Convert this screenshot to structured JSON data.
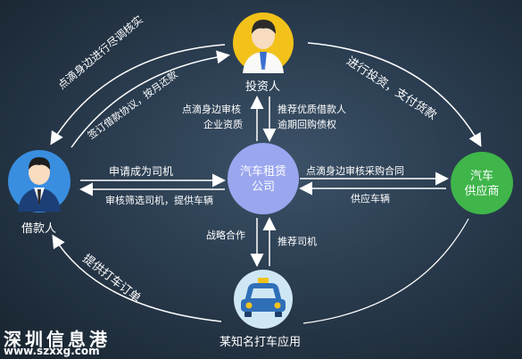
{
  "nodes": {
    "investor": "投资人",
    "borrower": "借款人",
    "rental_line1": "汽车租赁",
    "rental_line2": "公司",
    "supplier_line1": "汽车",
    "supplier_line2": "供应商",
    "taxi_app": "某知名打车应用"
  },
  "edges": {
    "investor_to_borrower_top": "点滴身边进行尽调核实",
    "investor_to_borrower_bottom": "签订借款协议，按月还款",
    "investor_to_supplier": "进行投资，支付货款",
    "rental_to_investor_1": "点滴身边审核",
    "rental_to_investor_2": "企业资质",
    "investor_to_rental_1": "推荐优质借款人",
    "investor_to_rental_2": "逾期回购债权",
    "borrower_to_rental": "申请成为司机",
    "rental_to_borrower": "审核筛选司机，提供车辆",
    "rental_to_supplier": "点滴身边审核采购合同",
    "supplier_to_rental": "供应车辆",
    "rental_to_app": "战略合作",
    "app_to_rental": "推荐司机",
    "app_to_borrower": "提供打车订单"
  },
  "watermark": {
    "name": "深圳信息港",
    "url": "www.szxxg.com"
  },
  "colors": {
    "investor": "#f2c21a",
    "borrower": "#3a8ee0",
    "rental": "#9aa6ee",
    "supplier": "#3fb54a",
    "taxi_app": "#cfe7f5"
  }
}
